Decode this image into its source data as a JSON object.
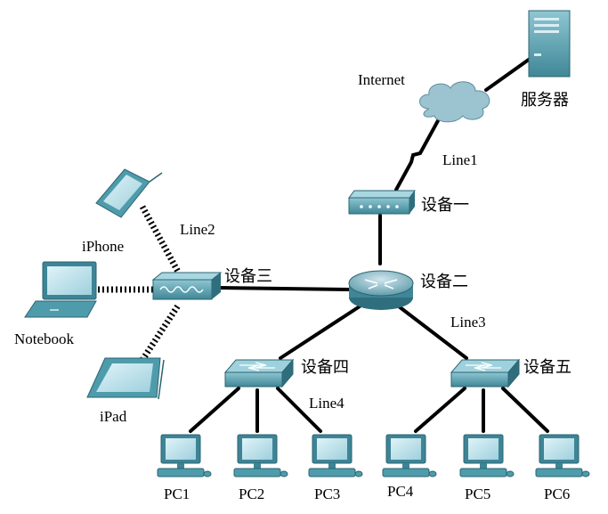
{
  "devices": {
    "server": "服务器",
    "internet": "Internet",
    "device1": "设备一",
    "device2": "设备二",
    "device3": "设备三",
    "device4": "设备四",
    "device5": "设备五",
    "iphone": "iPhone",
    "notebook": "Notebook",
    "ipad": "iPad",
    "pcs": [
      "PC1",
      "PC2",
      "PC3",
      "PC4",
      "PC5",
      "PC6"
    ]
  },
  "links": {
    "line1": "Line1",
    "line2": "Line2",
    "line3": "Line3",
    "line4": "Line4"
  },
  "colors": {
    "device_teal": "#4e9cab",
    "device_dark": "#2f6f7d",
    "cloud": "#9cc3d0",
    "link": "#000000"
  }
}
